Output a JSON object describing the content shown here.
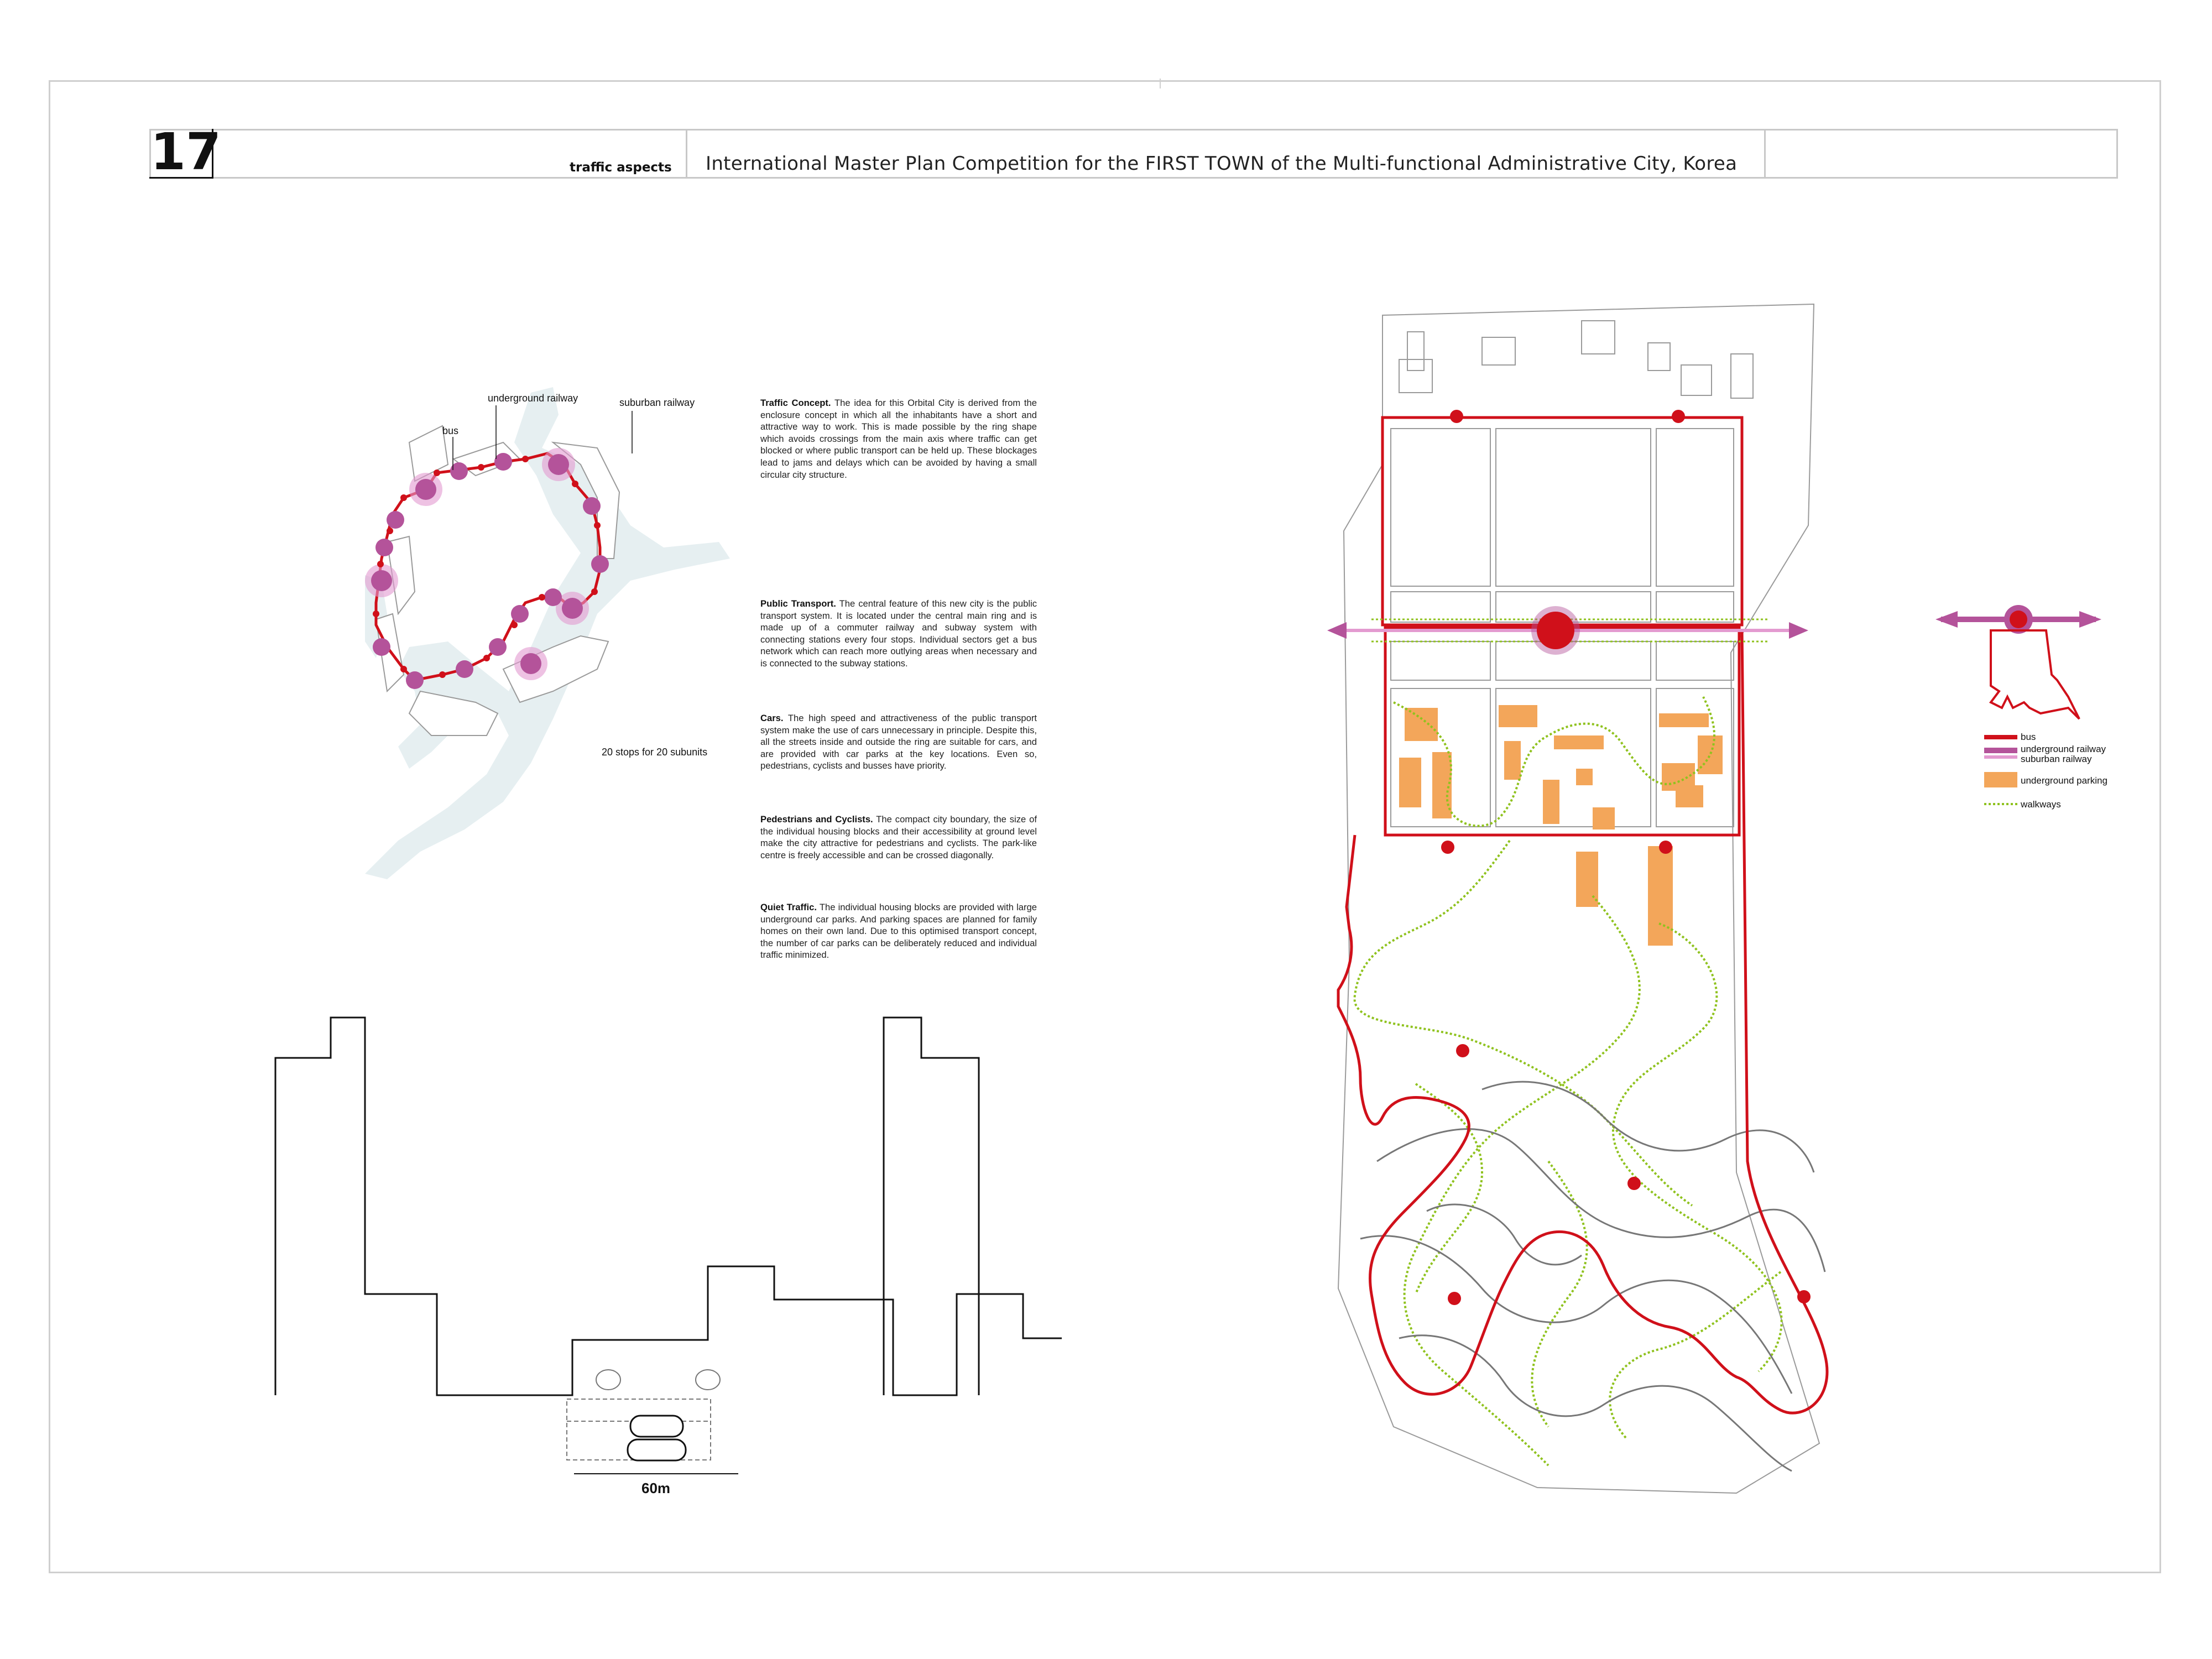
{
  "header": {
    "number": "17",
    "subtitle": "traffic aspects",
    "title": "International Master Plan Competition for the FIRST TOWN of the Multi-functional Administrative City, Korea"
  },
  "ring_diagram": {
    "labels": {
      "bus": "bus",
      "underground_railway": "underground railway",
      "suburban_railway": "suburban railway",
      "stops": "20 stops for 20 subunits"
    }
  },
  "text": {
    "traffic_concept": {
      "heading": "Traffic Concept.",
      "body": "The idea for this Orbital City is derived from the enclosure concept in which all the inhabitants have a short and attractive way to work. This is made possible by the ring shape which avoids crossings from the main axis where traffic can get blocked or where public transport can be held up. These blockages lead to jams and delays which can be avoided by having a small circular city structure."
    },
    "public_transport": {
      "heading": "Public Transport.",
      "body": "The central feature of this new city is the public transport system. It is located under the central main ring and is made up of a commuter railway and subway system with connecting stations every four stops. Individual sectors get a bus network which can reach more outlying areas when necessary and is connected to the subway stations."
    },
    "cars": {
      "heading": "Cars.",
      "body": "The high speed and attractiveness of the public transport system make the use of cars unnecessary in principle. Despite this, all the streets inside and outside the ring are suitable for cars, and are provided with car parks at the key locations. Even so, pedestrians, cyclists and busses have priority."
    },
    "pedestrians": {
      "heading": "Pedestrians and Cyclists.",
      "body": "The compact city boundary, the size of the individual housing blocks and their accessibility at ground level make the city attractive for pedestrians and cyclists. The park-like centre is freely accessible and can be crossed diagonally."
    },
    "quiet_traffic": {
      "heading": "Quiet Traffic.",
      "body": "The individual housing blocks are provided with large underground car parks. And parking spaces are planned for family homes on their own land. Due to this optimised transport concept, the number of car parks can be deliberately reduced and individual traffic minimized."
    }
  },
  "section": {
    "dimension": "60m"
  },
  "legend": {
    "items": [
      {
        "label": "bus"
      },
      {
        "label": "underground railway"
      },
      {
        "label": "suburban railway"
      },
      {
        "label": "underground parking"
      },
      {
        "label": "walkways"
      }
    ]
  },
  "colors": {
    "bus": "#d0101a",
    "underground_railway": "#b4539a",
    "suburban_railway": "#e39ad0",
    "parking": "#f3a65a",
    "walkways": "#8fc21e",
    "water": "#e6eff1",
    "outline": "#9a9a9a"
  }
}
